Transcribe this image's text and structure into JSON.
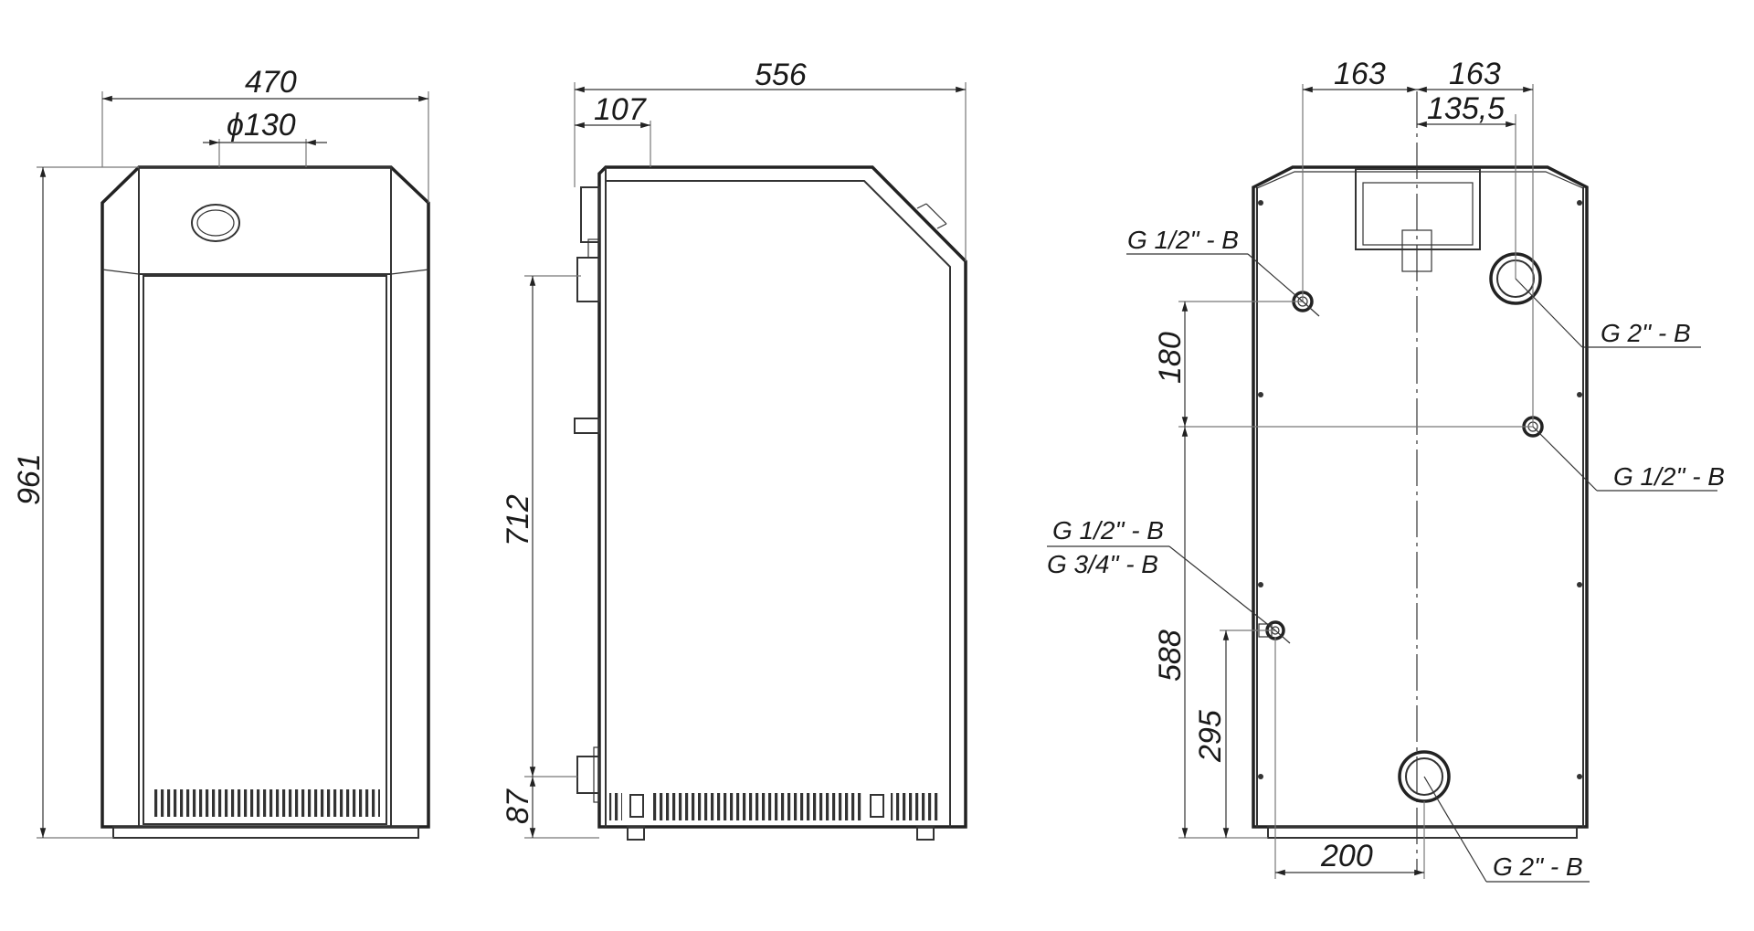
{
  "front_view": {
    "width": "470",
    "flue_diameter": "ϕ130",
    "height": "961"
  },
  "side_view": {
    "depth": "556",
    "flue_offset": "107",
    "height_upper": "712",
    "height_lower": "87"
  },
  "rear_view": {
    "offset_left": "163",
    "offset_right": "163",
    "offset_flow": "135,5",
    "spacing_upper": "180",
    "height_mid": "588",
    "height_low": "295",
    "offset_bottom": "200",
    "connections": {
      "upper_left": "G 1/2\" - B",
      "flow_right": "G 2\" - B",
      "mid_right": "G 1/2\" - B",
      "side_low_1": "G 1/2\" - B",
      "side_low_2": "G 3/4\" - B",
      "bottom_return": "G 2\" - B"
    }
  }
}
